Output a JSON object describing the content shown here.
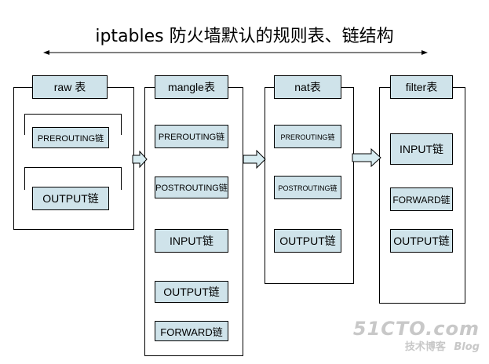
{
  "title": "iptables 防火墙默认的规则表、链结构",
  "tables": {
    "raw": {
      "label": "raw 表",
      "chains": [
        "PREROUTING链",
        "OUTPUT链"
      ]
    },
    "mangle": {
      "label": "mangle表",
      "chains": [
        "PREROUTING链",
        "POSTROUTING链",
        "INPUT链",
        "OUTPUT链",
        "FORWARD链"
      ]
    },
    "nat": {
      "label": "nat表",
      "chains": [
        "PREROUTING链",
        "POSTROUTING链",
        "OUTPUT链"
      ]
    },
    "filter": {
      "label": "filter表",
      "chains": [
        "INPUT链",
        "FORWARD链",
        "OUTPUT链"
      ]
    }
  },
  "watermark": {
    "brand": "51CTO.com",
    "sub": "技术博客",
    "blog": "Blog"
  },
  "colors": {
    "chain_fill": "#cfe3ea",
    "arrow_fill": "#d8ecf1",
    "watermark": "#c8c8c8"
  }
}
